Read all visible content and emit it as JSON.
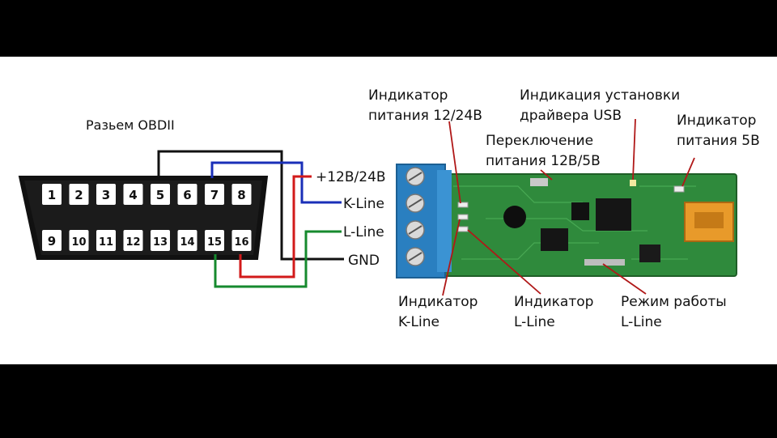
{
  "connector": {
    "title": "Разьем OBDII",
    "pins_top": [
      "1",
      "2",
      "3",
      "4",
      "5",
      "6",
      "7",
      "8"
    ],
    "pins_bottom": [
      "9",
      "10",
      "11",
      "12",
      "13",
      "14",
      "15",
      "16"
    ]
  },
  "wires": {
    "power": "+12В/24В",
    "k_line": "K-Line",
    "l_line": "L-Line",
    "gnd": "GND"
  },
  "labels": {
    "ind_power_1": "Индикатор",
    "ind_power_2": "питания 12/24В",
    "usb_1": "Индикация установки",
    "usb_2": "драйвера USB",
    "switch_1": "Переключение",
    "switch_2": "питания 12В/5В",
    "ind5v_1": "Индикатор",
    "ind5v_2": "питания 5В",
    "kline_ind_1": "Индикатор",
    "kline_ind_2": "K-Line",
    "lline_ind_1": "Индикатор",
    "lline_ind_2": "L-Line",
    "mode_1": "Режим работы",
    "mode_2": "L-Line"
  },
  "colors": {
    "wire_black": "#111111",
    "wire_blue": "#1a2fb8",
    "wire_red": "#d21a1a",
    "wire_green": "#168a2e",
    "pcb": "#2f8a3c",
    "terminal": "#2a7fc0",
    "usb": "#e89a2a",
    "pointer": "#b01818"
  }
}
